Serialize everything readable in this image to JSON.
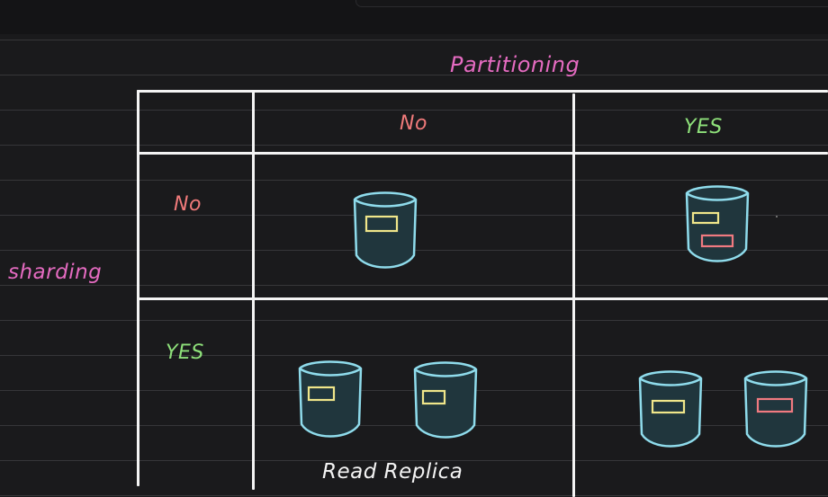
{
  "diagram": {
    "column_header": "Partitioning",
    "row_header": "sharding",
    "columns": [
      "No",
      "YES"
    ],
    "rows": [
      "No",
      "YES"
    ],
    "caption": "Read Replica"
  },
  "colors": {
    "background": "#1a1a1c",
    "grid": "#f4f4f4",
    "pink_text": "#e56bc1",
    "red_text": "#f07a7a",
    "green_text": "#8ee07a",
    "database_outline": "#8fdcec",
    "database_fill": "#20363d",
    "partition_yellow": "#f0e68a",
    "partition_red": "#f07a80"
  },
  "icons": {
    "database": "database-cylinder-icon",
    "partition": "partition-rectangle"
  }
}
